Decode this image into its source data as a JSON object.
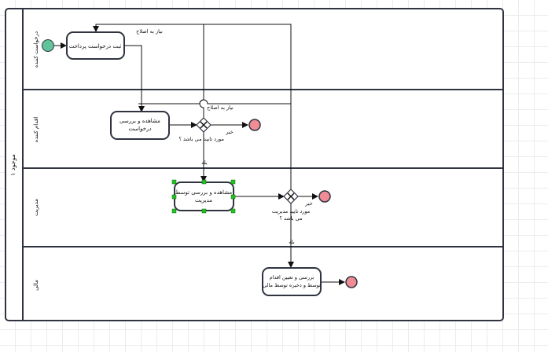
{
  "pool": {
    "name": "موجود ۱"
  },
  "lanes": [
    {
      "id": "lane-requester",
      "name": "درخواست کننده"
    },
    {
      "id": "lane-actor",
      "name": "اقدام کننده"
    },
    {
      "id": "lane-manager",
      "name": "مدیریت"
    },
    {
      "id": "lane-finance",
      "name": "مالی"
    }
  ],
  "tasks": {
    "submit_payment": "ثبت درخواست پرداخت",
    "review_request_l1": "مشاهده و بررسی",
    "review_request_l2": "درخواست",
    "manager_review_l1": "مشاهده و بررسی توسط",
    "manager_review_l2": "مدیریت",
    "finance_action_l1": "بررسی و تعیین اقدام",
    "finance_action_l2": "توسط و دخیره توسط مالی"
  },
  "labels": {
    "needs_fix_top": "نیاز به اصلاح",
    "needs_fix_mid": "نیاز به اصلاح",
    "no_1": "خیر",
    "approve_q1_l1": "مورد تایید",
    "approve_q1_l2": "می باشد ؟",
    "yes_1": "بله",
    "no_2": "خیر",
    "approve_q2_l1": "مورد تایید مدیریت",
    "approve_q2_l2": "می باشد ؟",
    "yes_2": "بله"
  },
  "colors": {
    "start_event": "#62c29a",
    "end_event": "#ef8c96",
    "selection_handle": "#22c222",
    "stroke": "#2f3440"
  }
}
